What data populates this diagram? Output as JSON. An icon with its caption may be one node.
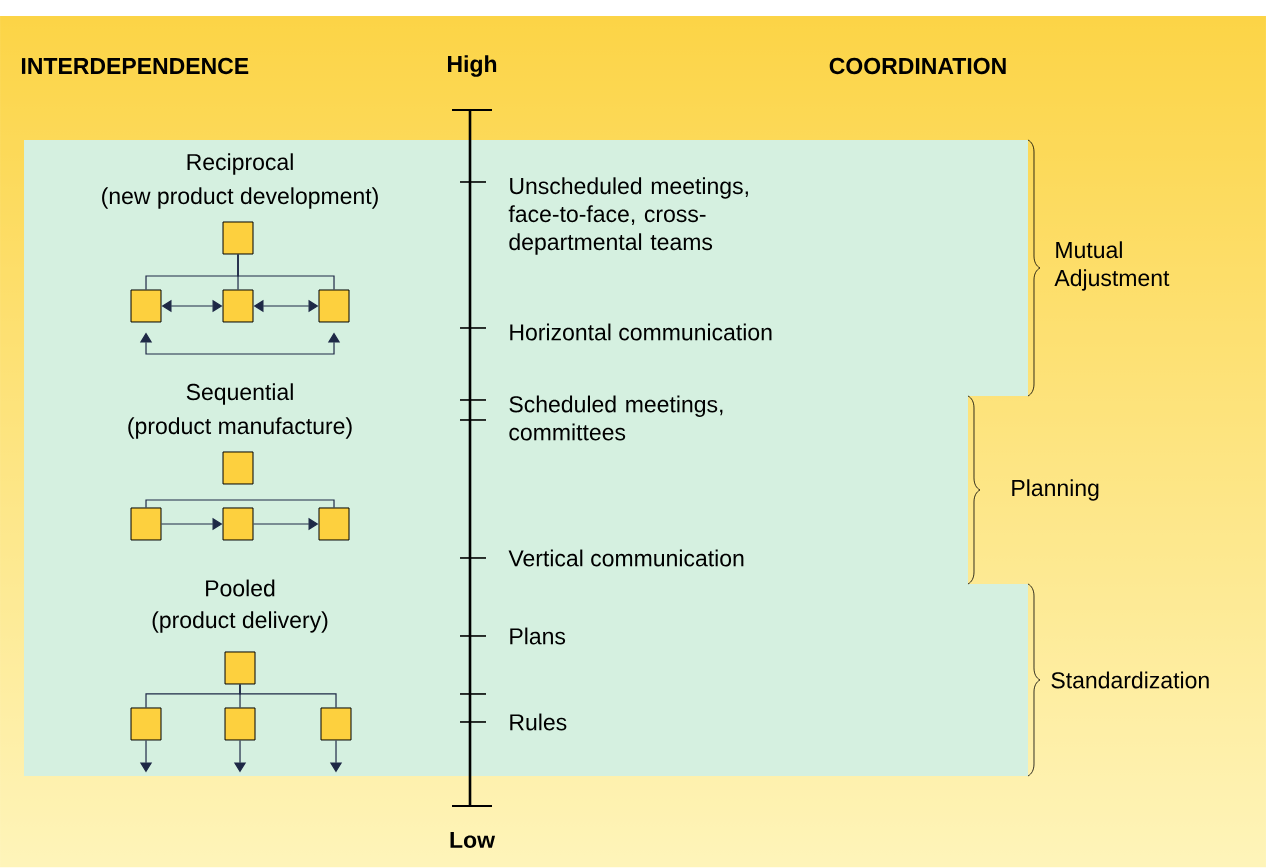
{
  "diagram": {
    "nodes": [
      {
        "text": [],
        "shape": "box"
      },
      {
        "text": [],
        "shape": "box"
      },
      {
        "text": [],
        "shape": "box"
      },
      {
        "text": [],
        "shape": "box"
      },
      {
        "text": [],
        "shape": "box"
      },
      {
        "text": [],
        "shape": "box"
      },
      {
        "text": [],
        "shape": "box"
      },
      {
        "text": [],
        "shape": "box"
      },
      {
        "text": [],
        "shape": "box"
      },
      {
        "text": [],
        "shape": "box"
      },
      {
        "text": [],
        "shape": "box"
      },
      {
        "text": [],
        "shape": "box"
      }
    ],
    "edges": [
      {
        "from": 0,
        "to": 1,
        "arrow": "none"
      },
      {
        "from": 0,
        "to": 2,
        "arrow": "none"
      },
      {
        "from": 0,
        "to": 3,
        "arrow": "none"
      },
      {
        "from": 1,
        "to": 2,
        "arrow": "both"
      },
      {
        "from": 2,
        "to": 3,
        "arrow": "both"
      },
      {
        "from": 1,
        "to": 3,
        "arrow": "both"
      },
      {
        "from": 5,
        "to": 7,
        "arrow": "none"
      },
      {
        "from": 5,
        "to": 6,
        "arrow": "to"
      },
      {
        "from": 6,
        "to": 7,
        "arrow": "to"
      },
      {
        "from": 8,
        "to": 9,
        "arrow": "none"
      },
      {
        "from": 8,
        "to": 10,
        "arrow": "none"
      },
      {
        "from": 8,
        "to": 11,
        "arrow": "none"
      },
      {
        "from": 9,
        "to": null,
        "arrow": "to"
      },
      {
        "from": 10,
        "to": null,
        "arrow": "to"
      },
      {
        "from": 11,
        "to": null,
        "arrow": "to"
      }
    ],
    "labels": [
      "INTERDEPENDENCE",
      "High",
      "COORDINATION",
      "Reciprocal",
      "(new product development)",
      "Unscheduled meetings, face-to-face, cross-departmental teams",
      "Mutual Adjustment",
      "Horizontal communication",
      "Sequential",
      "(product manufacture)",
      "Scheduled meetings, committees",
      "Planning",
      "Vertical communication",
      "Pooled",
      "(product delivery)",
      "Plans",
      "Standardization",
      "Rules",
      "Low"
    ]
  }
}
